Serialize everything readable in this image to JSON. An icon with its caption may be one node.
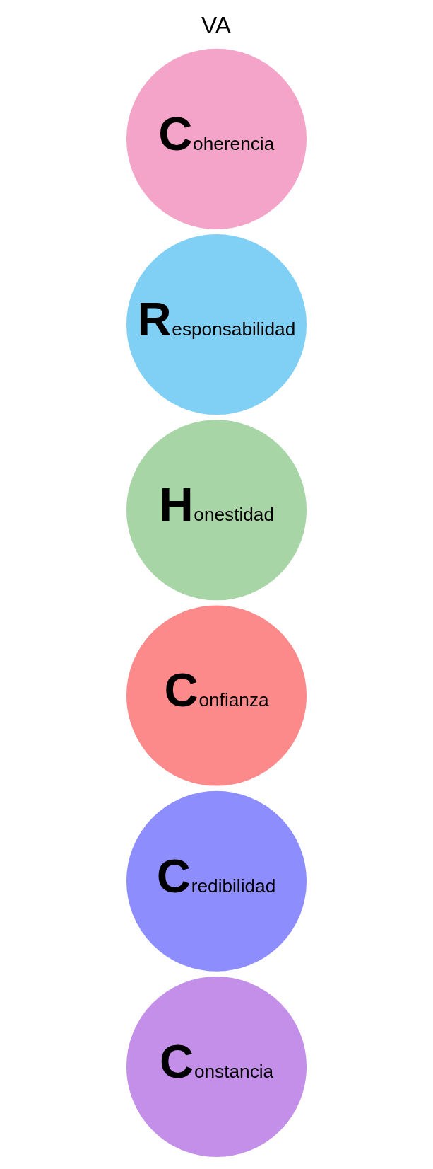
{
  "diagram": {
    "nodes": [
      {
        "text": [
          "Coherencia"
        ]
      },
      {
        "text": [
          "Responsabilidad"
        ]
      },
      {
        "text": [
          "Honestidad"
        ]
      },
      {
        "text": [
          "Confianza"
        ]
      },
      {
        "text": [
          "Credibilidad"
        ]
      },
      {
        "text": [
          "Constancia"
        ]
      }
    ],
    "labels": [
      "VA"
    ]
  }
}
